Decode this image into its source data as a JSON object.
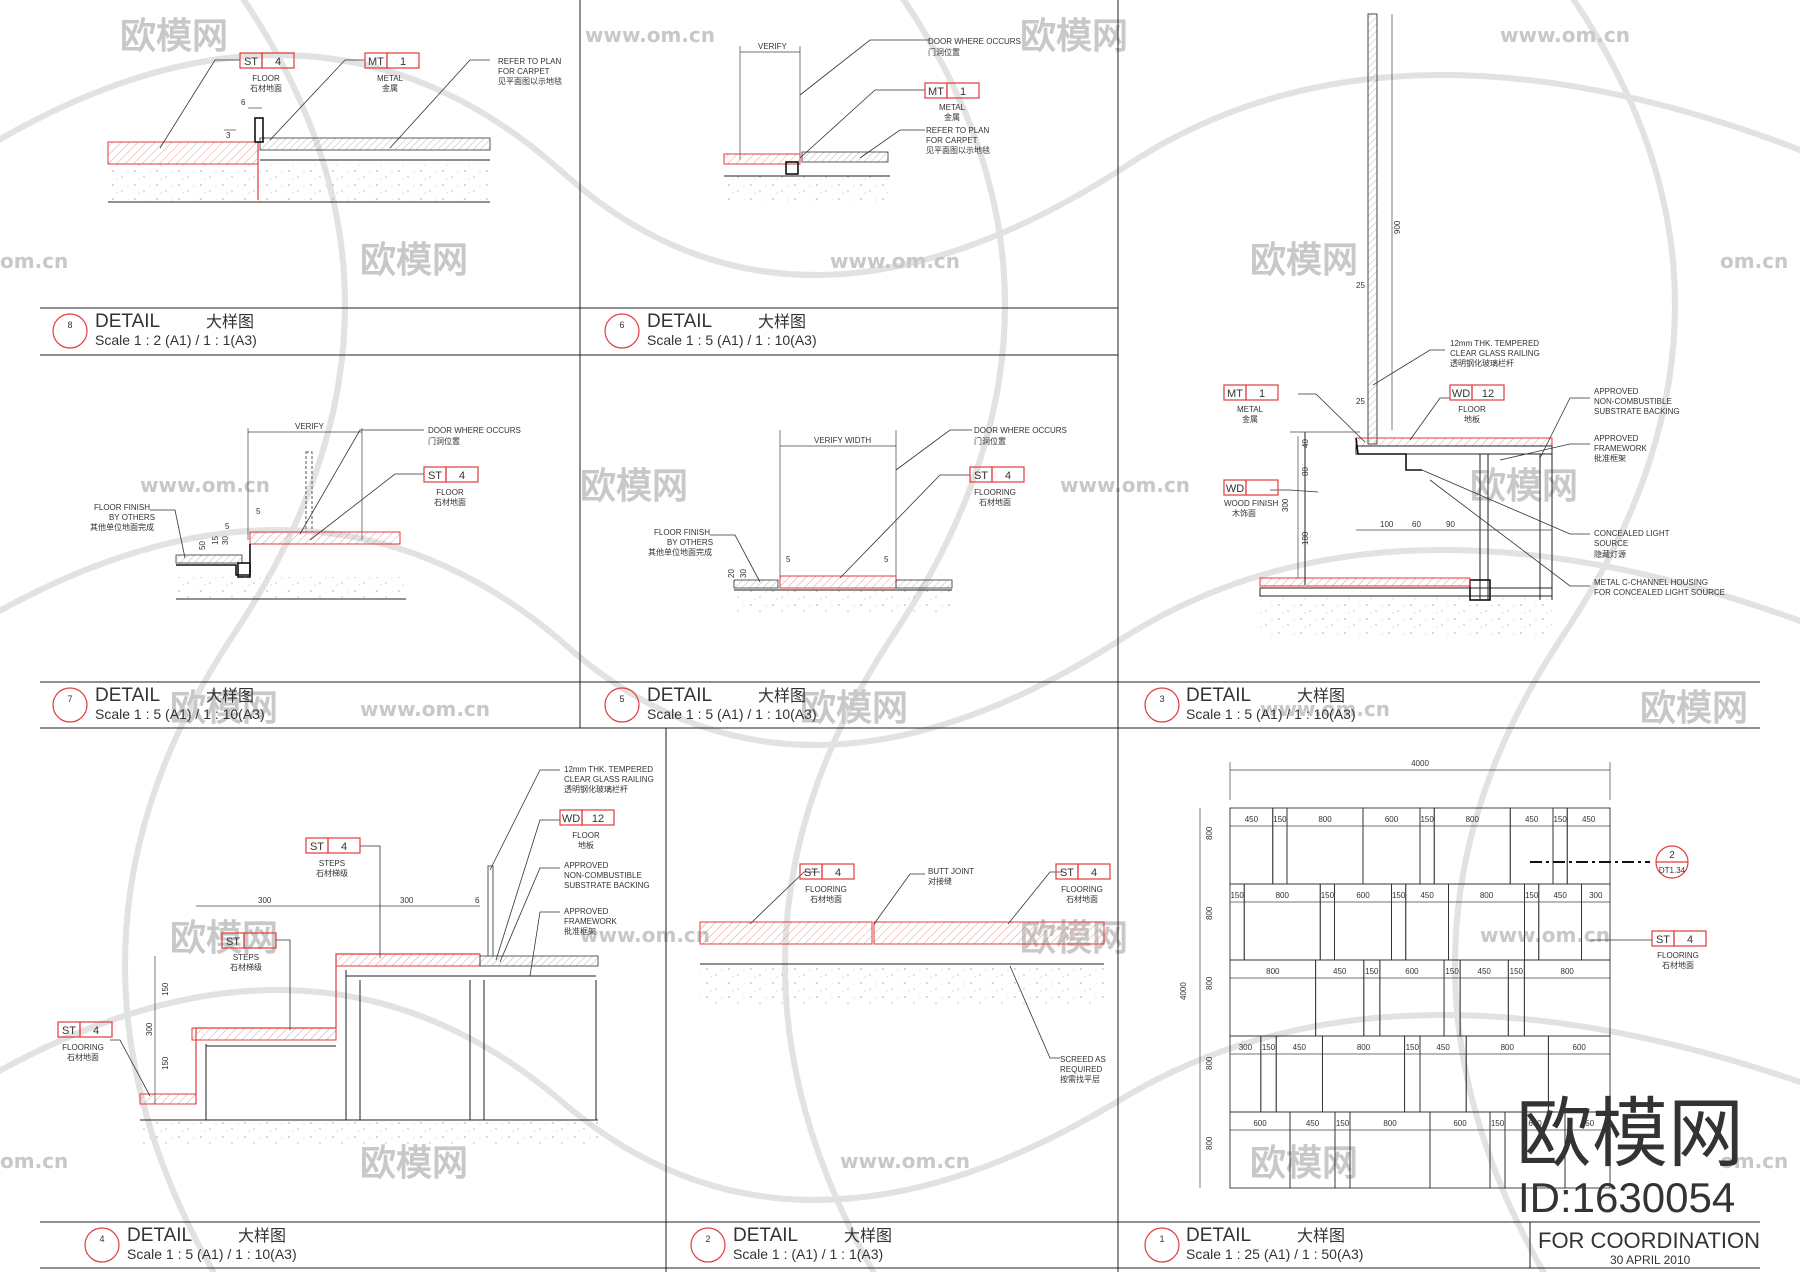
{
  "watermark": {
    "site": "www.om.cn",
    "short": "om.cn",
    "brand": "欧模网",
    "big_brand": "欧模网",
    "id": "ID:1630054"
  },
  "coordination": {
    "title": "FOR COORDINATION",
    "date": "30 APRIL 2010"
  },
  "common": {
    "detail": "DETAIL",
    "detail_cn": "大样图"
  },
  "panels": {
    "d8": {
      "num": "8",
      "scale": "Scale 1 : 2 (A1) / 1 : 1(A3)"
    },
    "d6": {
      "num": "6",
      "scale": "Scale 1 : 5 (A1) / 1 : 10(A3)"
    },
    "d7": {
      "num": "7",
      "scale": "Scale 1 : 5 (A1) / 1 : 10(A3)"
    },
    "d5": {
      "num": "5",
      "scale": "Scale 1 : 5 (A1) / 1 : 10(A3)"
    },
    "d3": {
      "num": "3",
      "scale": "Scale 1 : 5 (A1) / 1 : 10(A3)"
    },
    "d4": {
      "num": "4",
      "scale": "Scale 1 : 5 (A1) / 1 : 10(A3)"
    },
    "d2": {
      "num": "2",
      "scale": "Scale 1 : (A1) / 1 : 1(A3)"
    },
    "d1": {
      "num": "1",
      "scale": "Scale 1 : 25 (A1) / 1 : 50(A3)"
    }
  },
  "tags": {
    "st": "ST",
    "st_num": "4",
    "mt": "MT",
    "mt_num": "1",
    "wd": "WD",
    "wd_num": "12"
  },
  "notes": {
    "floor": "FLOOR",
    "floor_cn": "石材地面",
    "metal": "METAL",
    "metal_cn": "金属",
    "refer1": "REFER TO PLAN",
    "refer2": "FOR CARPET",
    "refer_cn": "见平面图以示地毯",
    "verify": "VERIFY",
    "verify_width": "VERIFY WIDTH",
    "door": "DOOR WHERE OCCURS",
    "door_cn": "门洞位置",
    "ff1": "FLOOR FINISH",
    "ff2": "BY OTHERS",
    "ff_cn": "其他单位地面完成",
    "flooring": "FLOORING",
    "flooring_cn": "石材地面",
    "glass1": "12mm THK. TEMPERED",
    "glass2": "CLEAR GLASS RAILING",
    "glass_cn": "透明钢化玻璃栏杆",
    "wood_floor_cn": "地板",
    "ncb1": "APPROVED",
    "ncb2": "NON-COMBUSTIBLE",
    "ncb3": "SUBSTRATE BACKING",
    "fw1": "APPROVED",
    "fw2": "FRAMEWORK",
    "fw_cn": "批准框架",
    "wood_finish": "WOOD FINISH",
    "wood_finish_cn": "木饰面",
    "cl1": "CONCEALED LIGHT",
    "cl2": "SOURCE",
    "cl_cn": "隐藏灯源",
    "mc1": "METAL C-CHANNEL HOUSING",
    "mc2": "FOR CONCEALED LIGHT SOURCE",
    "steps": "STEPS",
    "steps_cn": "石材梯级",
    "butt": "BUTT JOINT",
    "butt_cn": "对接缝",
    "screed1": "SCREED AS",
    "screed2": "REQUIRED",
    "screed_cn": "按需找平层"
  },
  "dims": {
    "d8": [
      "6",
      "3"
    ],
    "d7": [
      "5",
      "5",
      "50",
      "15",
      "30"
    ],
    "d5": [
      "5",
      "20",
      "30"
    ],
    "d3": [
      "900",
      "25",
      "25",
      "40",
      "80",
      "300",
      "180",
      "100",
      "60",
      "90"
    ],
    "d4": [
      "300",
      "300",
      "6",
      "150",
      "300",
      "150"
    ],
    "plan_total": "4000",
    "plan_rows": [
      [
        "450",
        "150",
        "800",
        "600",
        "150",
        "800",
        "450",
        "150",
        "450"
      ],
      [
        "150",
        "800",
        "150",
        "600",
        "150",
        "450",
        "800",
        "150",
        "450",
        "300"
      ],
      [
        "800",
        "450",
        "150",
        "600",
        "150",
        "450",
        "150",
        "800"
      ],
      [
        "300",
        "150",
        "450",
        "800",
        "150",
        "450",
        "800",
        "600"
      ],
      [
        "600",
        "450",
        "150",
        "800",
        "600",
        "150",
        "600",
        "450"
      ]
    ],
    "plan_left": [
      "800",
      "800",
      "4000",
      "800",
      "800",
      "800"
    ],
    "callout": {
      "num": "2",
      "ref": "DT1.34"
    }
  }
}
